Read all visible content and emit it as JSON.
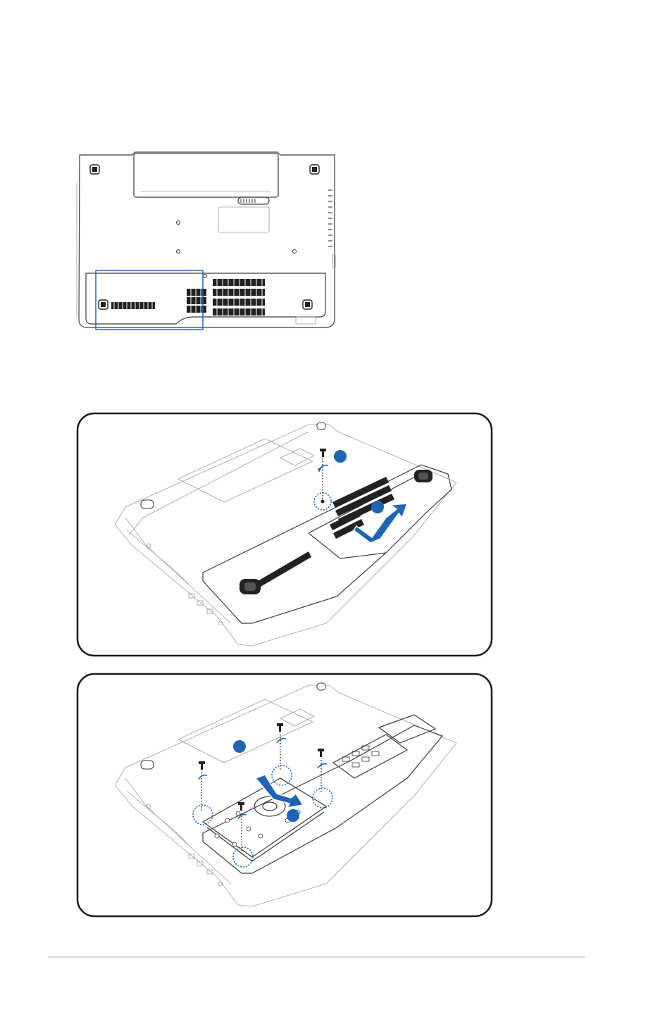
{
  "colors": {
    "accent": "#1e64b4",
    "frame": "#1a1a1a",
    "line_art": "#3a3a3a",
    "footer_rule": "#d9d9d9"
  },
  "figures": [
    {
      "id": "overview",
      "name": "laptop-underside-overview-illustration"
    },
    {
      "id": "step1",
      "name": "compartment-cover-removal-illustration",
      "badges": 2
    },
    {
      "id": "step2",
      "name": "hard-drive-removal-illustration",
      "badges": 2
    }
  ]
}
